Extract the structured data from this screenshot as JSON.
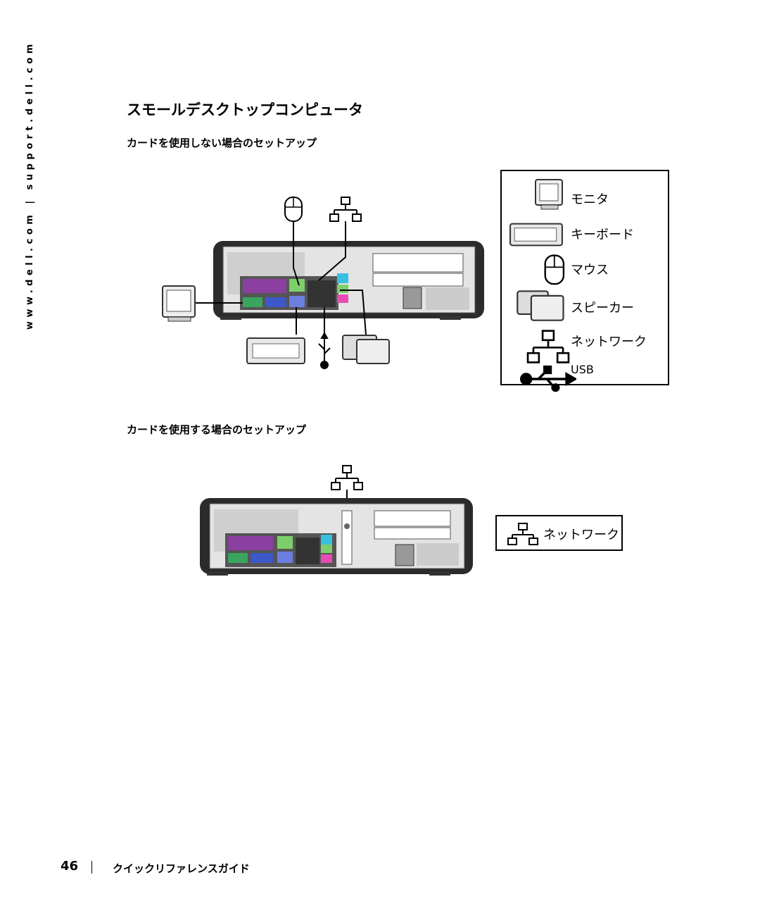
{
  "side_url": "www.dell.com | support.dell.com",
  "title": "スモールデスクトップコンピュータ",
  "section1": {
    "heading": "カードを使用しない場合のセットアップ"
  },
  "section2": {
    "heading": "カードを使用する場合のセットアップ"
  },
  "legend": {
    "items": [
      {
        "icon": "monitor-icon",
        "label": "モニタ"
      },
      {
        "icon": "keyboard-icon",
        "label": "キーボード"
      },
      {
        "icon": "mouse-icon",
        "label": "マウス"
      },
      {
        "icon": "speaker-icon",
        "label": "スピーカー"
      },
      {
        "icon": "network-icon",
        "label": "ネットワーク"
      },
      {
        "icon": "usb-icon",
        "label": "USB"
      }
    ]
  },
  "network_callout": {
    "icon": "network-icon",
    "label": "ネットワーク"
  },
  "footer": {
    "page_number": "46",
    "title": "クイックリファレンスガイド"
  }
}
